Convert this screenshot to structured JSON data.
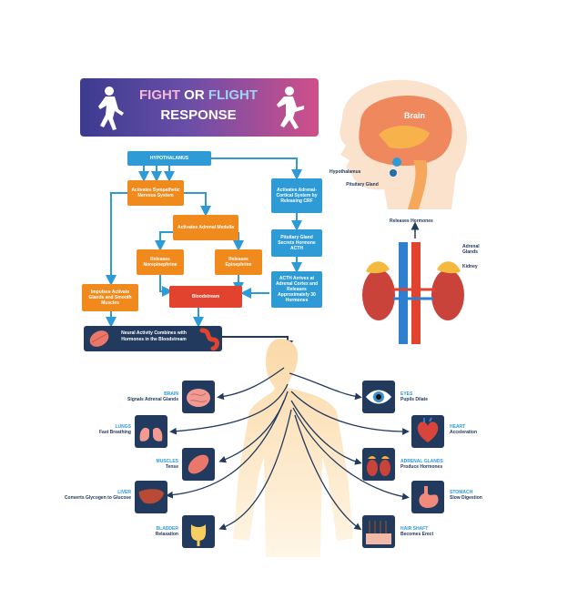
{
  "title": {
    "part1": "FIGHT",
    "part2": "OR",
    "part3": "FLIGHT",
    "line2": "RESPONSE"
  },
  "flow": {
    "hypothalamus": "HYPOTHALAMUS",
    "activates_sympathetic": "Activates Sympathetic Nervous System",
    "activates_adrenal_medulla": "Activates Adrenal Medulla",
    "releases_norepinephrine": "Releases Norepinephrine",
    "releases_epinephrine": "Releases Epinephrine",
    "impulses": "Impulses Activate Glands and Smooth Muscles",
    "bloodstream": "Bloodstream",
    "adrenal_cortical": "Activates Adrenal-Cortical System by Releasing CRF",
    "pituitary_secrets": "Pituitary Gland Secrets Hormone ACTH",
    "acth_arrives": "ACTH Arrives at Adrenal Cortex and Releases Approximately 30 Hormones",
    "neural_activity": "Neural Activity Combines with Hormones in the Bloodstream"
  },
  "anatomy": {
    "brain": "Brain",
    "hypothalamus": "Hypothalamus",
    "pituitary": "Pituitary Gland",
    "releases_hormones": "Releases Hormones",
    "adrenal_glands": "Adrenal Glands",
    "kidney": "Kidney"
  },
  "effects_left": [
    {
      "title": "BRAIN",
      "desc": "Signals Adrenal Glands",
      "icon": "brain-icon"
    },
    {
      "title": "LUNGS",
      "desc": "Fast Breathing",
      "icon": "lungs-icon"
    },
    {
      "title": "MUSCLES",
      "desc": "Tense",
      "icon": "muscle-icon"
    },
    {
      "title": "LIVER",
      "desc": "Converts Glycogen to Glucose",
      "icon": "liver-icon"
    },
    {
      "title": "BLADDER",
      "desc": "Relaxation",
      "icon": "bladder-icon"
    }
  ],
  "effects_right": [
    {
      "title": "EYES",
      "desc": "Pupils Dilate",
      "icon": "eye-icon"
    },
    {
      "title": "HEART",
      "desc": "Acceleration",
      "icon": "heart-icon"
    },
    {
      "title": "ADRENAL GLANDS",
      "desc": "Produce Hormones",
      "icon": "adrenal-glands-icon"
    },
    {
      "title": "STOMACH",
      "desc": "Slow Digestion",
      "icon": "stomach-icon"
    },
    {
      "title": "HAIR SHAFT",
      "desc": "Becomes Erect",
      "icon": "hair-shaft-icon"
    }
  ],
  "colors": {
    "blue": "#2e9ad6",
    "orange": "#f08a1c",
    "red": "#e2432f",
    "navy": "#223a5e",
    "body": "#fde3b8"
  }
}
